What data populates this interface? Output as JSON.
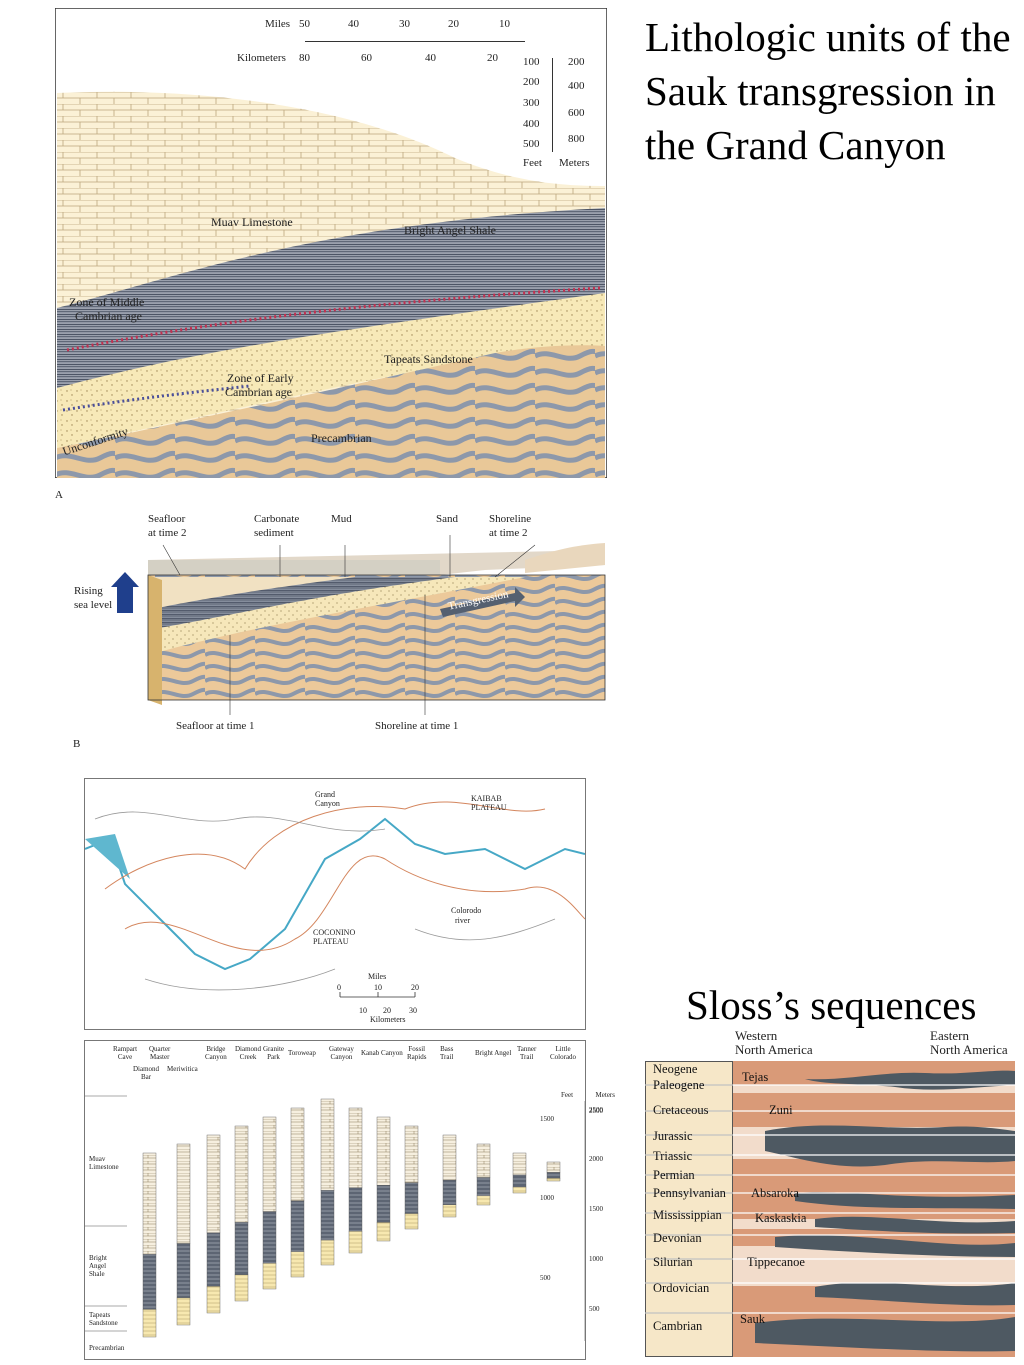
{
  "slide": {
    "title": "Lithologic units of the Sauk transgression in the Grand Canyon",
    "subtitle": "Sloss’s sequences"
  },
  "panel_a": {
    "label": "A",
    "scale": {
      "miles_label": "Miles",
      "miles_ticks": [
        "50",
        "40",
        "30",
        "20",
        "10"
      ],
      "km_label": "Kilometers",
      "km_ticks": [
        "80",
        "60",
        "40",
        "20"
      ],
      "feet_ticks": [
        "100",
        "200",
        "300",
        "400",
        "500"
      ],
      "meter_ticks": [
        "200",
        "400",
        "600",
        "800"
      ],
      "feet_label": "Feet",
      "meters_label": "Meters"
    },
    "units": {
      "muav": "Muav Limestone",
      "bright_angel": "Bright Angel Shale",
      "middle_cambrian_1": "Zone of Middle",
      "middle_cambrian_2": "Cambrian age",
      "tapeats": "Tapeats Sandstone",
      "early_cambrian_1": "Zone of Early",
      "early_cambrian_2": "Cambrian age",
      "unconformity": "Unconformity",
      "precambrian": "Precambrian"
    }
  },
  "panel_b": {
    "label": "B",
    "seafloor_t2_1": "Seafloor",
    "seafloor_t2_2": "at time 2",
    "carbonate_1": "Carbonate",
    "carbonate_2": "sediment",
    "mud": "Mud",
    "sand": "Sand",
    "shoreline_t2_1": "Shoreline",
    "shoreline_t2_2": "at time 2",
    "rising_1": "Rising",
    "rising_2": "sea level",
    "transgression": "Transgression",
    "seafloor_t1": "Seafloor at time 1",
    "shoreline_t1": "Shoreline at time 1"
  },
  "panel_c": {
    "map": {
      "grand_canyon_1": "Grand",
      "grand_canyon_2": "Canyon",
      "kaibab_1": "KAIBAB",
      "kaibab_2": "PLATEAU",
      "coconino_1": "COCONINO",
      "coconino_2": "PLATEAU",
      "colorado_1": "Colorodo",
      "colorado_2": "river",
      "miles_label": "Miles",
      "miles_ticks": [
        "0",
        "10",
        "20"
      ],
      "km_ticks": [
        "10",
        "20",
        "30"
      ],
      "km_label": "Kilometers"
    },
    "sections_top": [
      [
        "Rampart",
        "Cave"
      ],
      [
        "Quarter",
        "Master"
      ],
      [
        "Bridge",
        "Canyon"
      ],
      [
        "Diamond",
        "Creek"
      ],
      [
        "Granite",
        "Park"
      ],
      [
        "Toroweap",
        ""
      ],
      [
        "Gateway",
        "Canyon"
      ],
      [
        "Kanab Canyon",
        ""
      ],
      [
        "Fossil",
        "Rapids"
      ],
      [
        "Bass",
        "Trail"
      ],
      [
        "Bright Angel",
        ""
      ],
      [
        "Tanner",
        "Trail"
      ],
      [
        "Little",
        "Colorado"
      ]
    ],
    "sections_low": [
      [
        "Diamond",
        "Bar"
      ],
      [
        "Meriwitica",
        ""
      ]
    ],
    "units": {
      "muav_1": "Muav",
      "muav_2": "Limestone",
      "ba_1": "Bright",
      "ba_2": "Angel",
      "ba_3": "Shale",
      "tap_1": "Tapeats",
      "tap_2": "Sandstone",
      "pre": "Precambrian"
    },
    "feet_label": "Feet",
    "meters_label": "Meters",
    "feet_ticks": [
      "1500",
      "1000",
      "500"
    ],
    "meter_ticks": [
      "2500",
      "2000",
      "1500",
      "1000",
      "500"
    ]
  },
  "sloss": {
    "western": [
      "Western",
      "North America"
    ],
    "eastern": [
      "Eastern",
      "North America"
    ],
    "periods": [
      "Neogene",
      "Paleogene",
      "Cretaceous",
      "Jurassic",
      "Triassic",
      "Permian",
      "Pennsylvanian",
      "Mississippian",
      "Devonian",
      "Silurian",
      "Ordovician",
      "Cambrian"
    ],
    "sequences": [
      "Tejas",
      "Zuni",
      "Absaroka",
      "Kaskaskia",
      "Tippecanoe",
      "Sauk"
    ],
    "colors": {
      "sequence": "#d99a78",
      "hiatus": "#4e5962",
      "pale": "#f2dccb"
    }
  }
}
